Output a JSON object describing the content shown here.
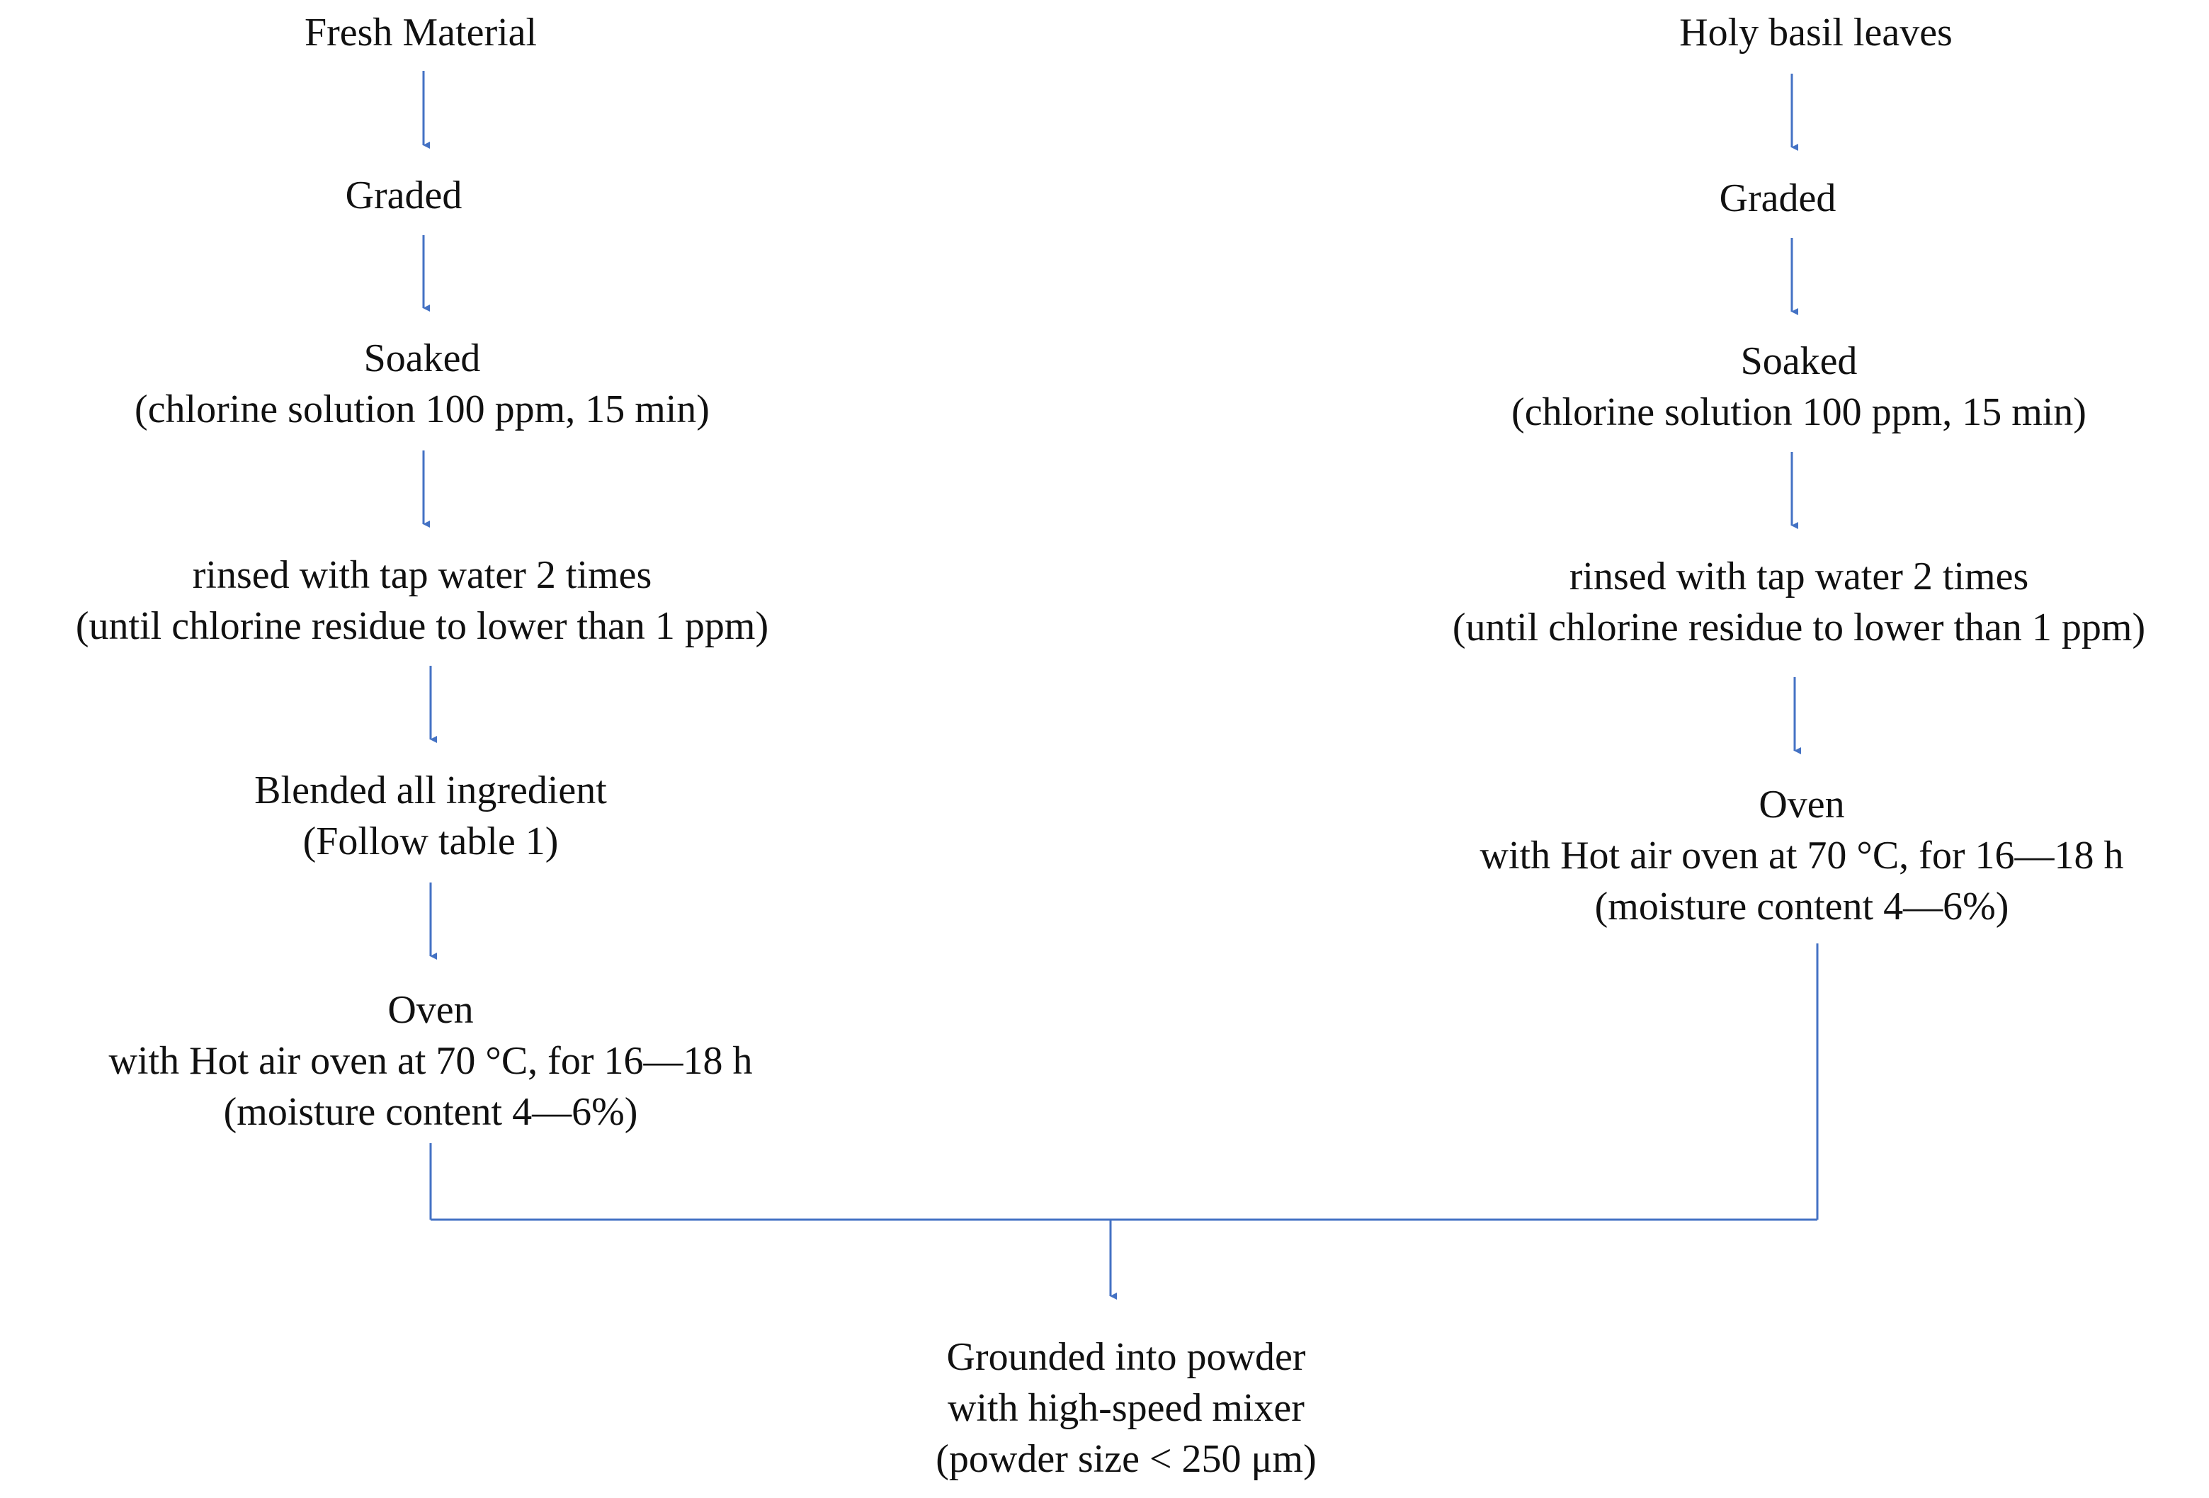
{
  "accent_color": "#4472C4",
  "left_column": {
    "fresh_material": "Fresh Material",
    "graded": "Graded",
    "soaked": "Soaked",
    "soaked_detail": "(chlorine solution 100 ppm,  15 min)",
    "rinsed": "rinsed with tap water 2 times",
    "rinsed_detail": "(until chlorine residue to lower than 1 ppm)",
    "blended": "Blended all ingredient",
    "blended_detail": "(Follow table 1)",
    "oven": "Oven",
    "oven_detail": "with Hot air oven at 70 °C, for 16—18 h",
    "oven_moisture": "(moisture content 4—6%)"
  },
  "right_column": {
    "holy_basil": "Holy basil leaves",
    "graded": "Graded",
    "soaked": "Soaked",
    "soaked_detail": "(chlorine solution 100 ppm,  15 min)",
    "rinsed": "rinsed with tap water 2 times",
    "rinsed_detail": "(until chlorine residue to lower than 1 ppm)",
    "oven": "Oven",
    "oven_detail": "with Hot air oven at 70 °C, for 16—18 h",
    "oven_moisture": "(moisture content 4—6%)"
  },
  "final": {
    "title": "Grounded into powder",
    "detail": "with high-speed mixer",
    "size": "(powder size < 250 μm)"
  }
}
